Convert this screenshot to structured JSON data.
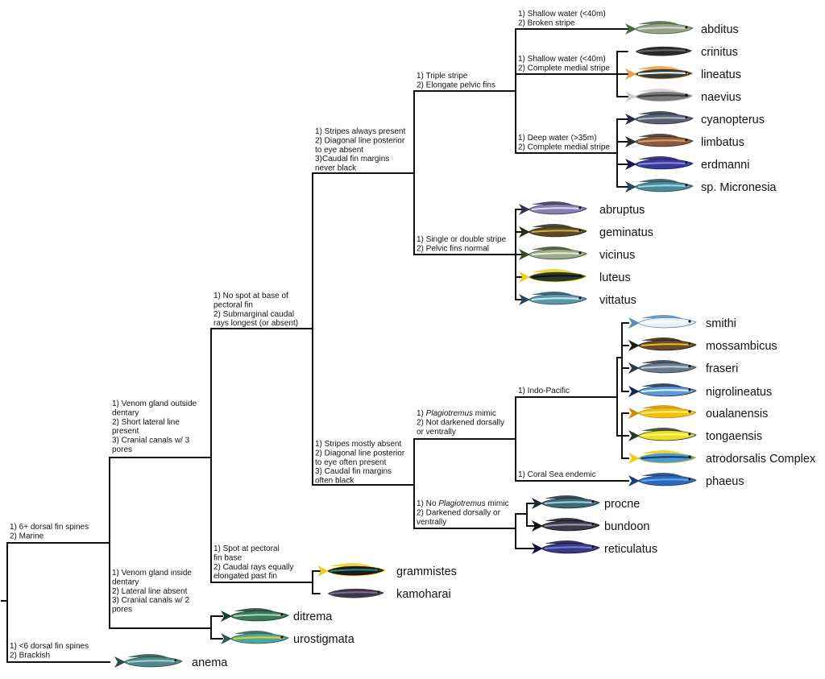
{
  "nodes": {
    "marine": [
      "1) 6+ dorsal fin spines",
      "2) Marine"
    ],
    "brackish": [
      "1) <6 dorsal fin spines",
      "2) Brackish"
    ],
    "venom_outside": [
      "1) Venom gland outside",
      "dentary",
      "2) Short lateral line",
      "present",
      "3) Cranial canals w/ 3",
      "pores"
    ],
    "venom_inside": [
      "1) Venom gland inside",
      "dentary",
      "2) Lateral line absent",
      "3) Cranial canals w/ 2",
      "pores"
    ],
    "no_spot": [
      "1) No spot at base of",
      "pectoral fin",
      "2) Submarginal caudal",
      "rays longest (or absent)"
    ],
    "spot": [
      "1) Spot at pectoral",
      "fin base",
      "2) Caudal rays equally",
      "elongated past fin"
    ],
    "stripes_present": [
      "1) Stripes always present",
      "2) Diagonal line posterior",
      "to eye absent",
      "3)Caudal fin margins",
      "never black"
    ],
    "stripes_absent": [
      "1) Stripes mostly absent",
      "2) Diagonal line posterior",
      "to eye often present",
      "3) Caudal fin margins",
      "often black"
    ],
    "triple_stripe": [
      "1) Triple stripe",
      "2) Elongate pelvic fins"
    ],
    "single_double": [
      "1) Single or double stripe",
      "2) Pelvic fins normal"
    ],
    "shallow_broken": [
      "1) Shallow water (<40m)",
      "2) Broken stripe"
    ],
    "shallow_complete": [
      "1) Shallow water (<40m)",
      "2) Complete medial stripe"
    ],
    "deep_complete": [
      "1) Deep water (>35m)",
      "2) Complete medial stripe"
    ],
    "mimic": [
      "1) Plagiotremus mimic",
      "2) Not darkened dorsally",
      "or ventrally"
    ],
    "no_mimic": [
      "1) No Plagiotremus mimic",
      "2) Darkened dorsally or",
      "ventrally"
    ],
    "indo_pacific": [
      "1) Indo-Pacific"
    ],
    "coral_sea": [
      "1) Coral Sea endemic"
    ]
  },
  "species": [
    {
      "name": "abditus",
      "colors": [
        "#9aa08a",
        "#4a6a3a",
        "#d8dcc8"
      ]
    },
    {
      "name": "crinitus",
      "colors": [
        "#2a2a2a",
        "#ffffff",
        "#6a6a6a"
      ]
    },
    {
      "name": "lineatus",
      "colors": [
        "#3a3a3a",
        "#e8a040",
        "#ffffff"
      ]
    },
    {
      "name": "naevius",
      "colors": [
        "#7a7a7a",
        "#cfcfcf",
        "#3a3a3a"
      ]
    },
    {
      "name": "cyanopterus",
      "colors": [
        "#5a6070",
        "#2a3040",
        "#b0b8c8"
      ]
    },
    {
      "name": "limbatus",
      "colors": [
        "#8a5a40",
        "#3a2a20",
        "#d8a070"
      ]
    },
    {
      "name": "erdmanni",
      "colors": [
        "#3a3a9a",
        "#1a1a5a",
        "#8a8ae0"
      ]
    },
    {
      "name": "sp. Micronesia",
      "colors": [
        "#4a8a9a",
        "#2a4a5a",
        "#a0d8e0"
      ]
    },
    {
      "name": "abruptus",
      "colors": [
        "#8a80b0",
        "#3a3050",
        "#e0d8f0"
      ]
    },
    {
      "name": "geminatus",
      "colors": [
        "#5a4a2a",
        "#2a2a1a",
        "#d0b040"
      ]
    },
    {
      "name": "vicinus",
      "colors": [
        "#9aaa8a",
        "#3a4a2a",
        "#e8ecd8"
      ]
    },
    {
      "name": "luteus",
      "colors": [
        "#2a3a2a",
        "#e8d020",
        "#111111"
      ]
    },
    {
      "name": "vittatus",
      "colors": [
        "#5a9aa8",
        "#2a4a5a",
        "#c8e8f0"
      ]
    },
    {
      "name": "smithi",
      "colors": [
        "#e8f0f8",
        "#5a8ab0",
        "#ffffff"
      ]
    },
    {
      "name": "mossambicus",
      "colors": [
        "#6a4a2a",
        "#2a1a10",
        "#e8c020"
      ]
    },
    {
      "name": "fraseri",
      "colors": [
        "#6a7a88",
        "#2a3a48",
        "#c0d0e0"
      ]
    },
    {
      "name": "nigrolineatus",
      "colors": [
        "#5a9ad8",
        "#1a2a4a",
        "#e8f0f8"
      ]
    },
    {
      "name": "oualanensis",
      "colors": [
        "#f0c010",
        "#c89000",
        "#fff070"
      ]
    },
    {
      "name": "tongaensis",
      "colors": [
        "#e8e020",
        "#2a3a20",
        "#fff880"
      ]
    },
    {
      "name": "atrodorsalis Complex",
      "colors": [
        "#4a9ad8",
        "#e8d010",
        "#1a3a5a"
      ]
    },
    {
      "name": "phaeus",
      "colors": [
        "#2a6ab8",
        "#1a3a7a",
        "#6aa8e8"
      ]
    },
    {
      "name": "procne",
      "colors": [
        "#3a6a7a",
        "#1a2a3a",
        "#a8d0d8"
      ]
    },
    {
      "name": "bundoon",
      "colors": [
        "#3a3a4a",
        "#111118",
        "#9898c0"
      ]
    },
    {
      "name": "reticulatus",
      "colors": [
        "#3a3a8a",
        "#11113a",
        "#7a7ad0"
      ]
    },
    {
      "name": "grammistes",
      "colors": [
        "#1a1a1a",
        "#e8d020",
        "#2a8a8a"
      ]
    },
    {
      "name": "kamoharai",
      "colors": [
        "#3a3a4a",
        "#ffffff",
        "#8a6a8a"
      ]
    },
    {
      "name": "ditrema",
      "colors": [
        "#3a7a5a",
        "#1a3a2a",
        "#a8d8b8"
      ]
    },
    {
      "name": "urostigmata",
      "colors": [
        "#4aa8a0",
        "#2a5a58",
        "#e8d020"
      ]
    },
    {
      "name": "anema",
      "colors": [
        "#4a8a8a",
        "#2a4a48",
        "#a8d0d0"
      ]
    }
  ]
}
